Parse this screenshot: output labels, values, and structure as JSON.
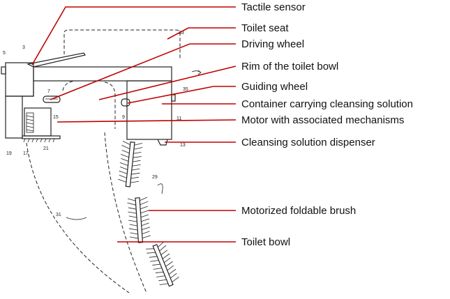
{
  "colors": {
    "leader": "#c00000",
    "ink": "#222222",
    "background": "#ffffff"
  },
  "labels": {
    "tactile_sensor": "Tactile sensor",
    "toilet_seat": "Toilet seat",
    "driving_wheel": "Driving wheel",
    "rim": "Rim of the toilet bowl",
    "guiding_wheel": "Guiding wheel",
    "container": "Container carrying cleansing solution",
    "motor": "Motor with associated mechanisms",
    "dispenser": "Cleansing solution dispenser",
    "brush": "Motorized foldable brush",
    "toilet_bowl": "Toilet bowl"
  },
  "reference_numbers": {
    "n3": "3",
    "n5": "5",
    "n7": "7",
    "n9": "9",
    "n11": "11",
    "n13": "13",
    "n15": "15",
    "n17": "17",
    "n19": "19",
    "n21": "21",
    "n29": "29",
    "n31": "31",
    "n33": "33",
    "n35": "35"
  }
}
